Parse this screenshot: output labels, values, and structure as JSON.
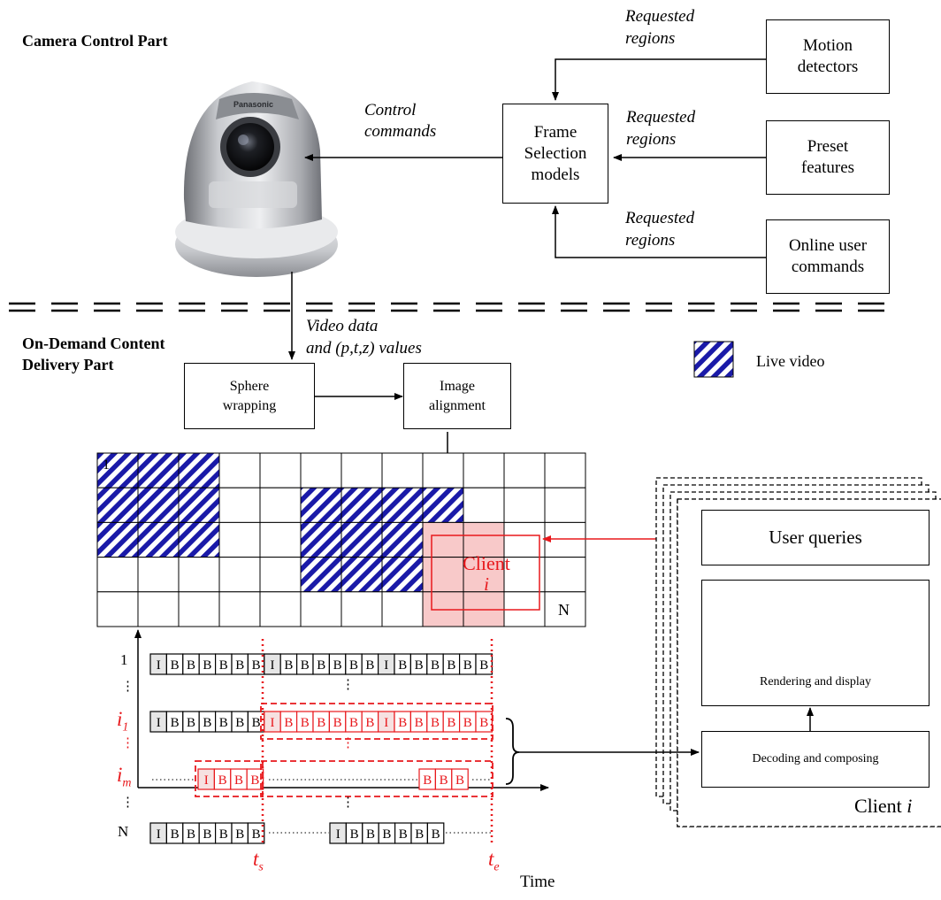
{
  "camera_section": {
    "title": "Camera Control Part",
    "control_commands_label": "Control\ncommands",
    "frame_selection_label": "Frame\nSelection\nmodels",
    "requested_regions_label": "Requested\nregions",
    "motion_detectors_label": "Motion\ndetectors",
    "preset_features_label": "Preset\nfeatures",
    "online_user_commands_label": "Online user\ncommands"
  },
  "delivery_section": {
    "title": "On-Demand Content\nDelivery Part",
    "video_data_label": "Video data",
    "values_label_prefix": "and (",
    "values_label_vars": "p,t,z",
    "values_label_suffix": ") values",
    "sphere_wrapping_label": "Sphere\nwrapping",
    "image_alignment_label": "Image\nalignment",
    "legend_live_video": "Live video"
  },
  "grid": {
    "first_cell_label": "1",
    "last_cell_label": "N",
    "client_label": "Client",
    "client_index": "i",
    "cols": 12,
    "rows": 5,
    "live_cells": [
      [
        0,
        0
      ],
      [
        0,
        1
      ],
      [
        0,
        2
      ],
      [
        1,
        0
      ],
      [
        1,
        1
      ],
      [
        1,
        2
      ],
      [
        2,
        0
      ],
      [
        2,
        1
      ],
      [
        2,
        2
      ],
      [
        1,
        5
      ],
      [
        1,
        6
      ],
      [
        1,
        7
      ],
      [
        1,
        8
      ],
      [
        2,
        5
      ],
      [
        2,
        6
      ],
      [
        2,
        7
      ],
      [
        3,
        5
      ],
      [
        3,
        6
      ],
      [
        3,
        7
      ]
    ],
    "client_cells": [
      [
        2,
        8
      ],
      [
        2,
        9
      ],
      [
        3,
        8
      ],
      [
        3,
        9
      ],
      [
        4,
        8
      ],
      [
        4,
        9
      ]
    ]
  },
  "timeline": {
    "row_labels": [
      "1",
      "⋮",
      "i",
      "⋮",
      "i",
      "⋮",
      "N"
    ],
    "row_label_subscripts": [
      "",
      "",
      "1",
      "",
      "m",
      "",
      ""
    ],
    "ts_label": "t",
    "ts_sub": "s",
    "te_label": "t",
    "te_sub": "e",
    "time_label": "Time",
    "row1_frames": [
      "I",
      "B",
      "B",
      "B",
      "B",
      "B",
      "B",
      "I",
      "B",
      "B",
      "B",
      "B",
      "B",
      "B",
      "I",
      "B",
      "B",
      "B",
      "B",
      "B",
      "B"
    ],
    "rowi1_frames": [
      "I",
      "B",
      "B",
      "B",
      "B",
      "B",
      "B",
      "I",
      "B",
      "B",
      "B",
      "B",
      "B",
      "B",
      "I",
      "B",
      "B",
      "B",
      "B",
      "B",
      "B"
    ],
    "rowim_frames_a": [
      "I",
      "B",
      "B",
      "B"
    ],
    "rowim_frames_b": [
      "B",
      "B",
      "B"
    ],
    "rowN_frames_a": [
      "I",
      "B",
      "B",
      "B",
      "B",
      "B",
      "B"
    ],
    "rowN_frames_b": [
      "I",
      "B",
      "B",
      "B",
      "B",
      "B",
      "B"
    ]
  },
  "client_panel": {
    "user_queries_label": "User queries",
    "rendering_label": "Rendering and display",
    "decoding_label": "Decoding and composing",
    "client_label": "Client",
    "client_index": "i"
  },
  "colors": {
    "live_blue": "#1a1aa8",
    "client_fill": "#f8c9c9",
    "red": "#e8181c"
  }
}
